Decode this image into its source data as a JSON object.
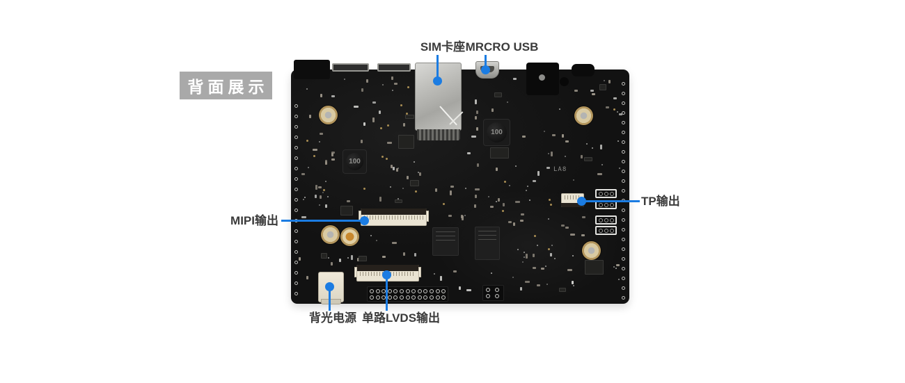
{
  "badge": {
    "label": "背面展示",
    "bg_color": "#a9a9a9",
    "text_color": "#ffffff"
  },
  "annotations": {
    "accent_color": "#1b7ce2",
    "label_color": "#3b3b3b",
    "items": [
      {
        "id": "sim",
        "label": "SIM卡座"
      },
      {
        "id": "micro_usb",
        "label": "MRCRO USB"
      },
      {
        "id": "tp",
        "label": "TP输出"
      },
      {
        "id": "mipi",
        "label": "MIPI输出"
      },
      {
        "id": "backlight",
        "label": "背光电源"
      },
      {
        "id": "lvds",
        "label": "单路LVDS输出"
      }
    ]
  },
  "board": {
    "color": "#161616",
    "inductor_marking": "100",
    "silkscreen_mark": "LA8"
  }
}
